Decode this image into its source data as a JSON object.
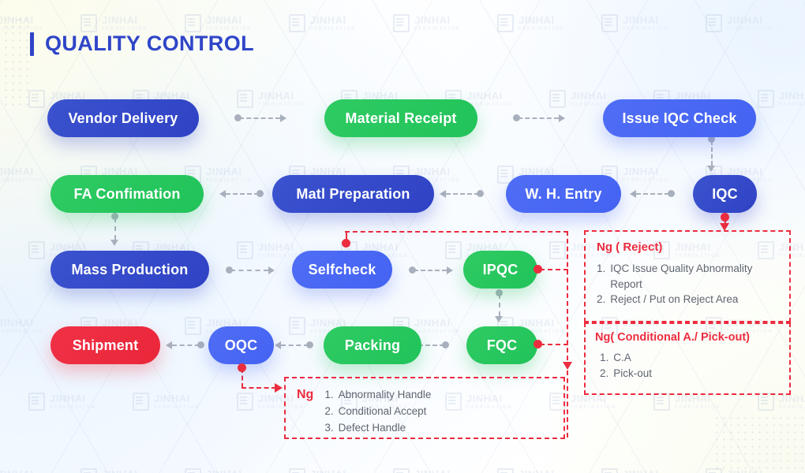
{
  "header": {
    "title": "QUALITY CONTROL",
    "accent_color": "#2f45c8"
  },
  "watermark": {
    "brand": "JINHAI",
    "subtitle": "FABRIKATION",
    "icon": "document-lines-icon"
  },
  "colors": {
    "blue_dark": "#2f42c4",
    "blue_light": "#4463f2",
    "green": "#21c35a",
    "red": "#ea2639",
    "connector_gray": "#a9b0bd",
    "connector_red": "#ec2c3f"
  },
  "nodes": [
    {
      "id": "vendor-delivery",
      "label": "Vendor Delivery",
      "color": "blue-dark"
    },
    {
      "id": "material-receipt",
      "label": "Material Receipt",
      "color": "green"
    },
    {
      "id": "issue-iqc-check",
      "label": "Issue IQC Check",
      "color": "blue-light"
    },
    {
      "id": "fa-confimation",
      "label": "FA Confimation",
      "color": "green"
    },
    {
      "id": "matl-preparation",
      "label": "Matl Preparation",
      "color": "blue-dark"
    },
    {
      "id": "wh-entry",
      "label": "W. H. Entry",
      "color": "blue-light"
    },
    {
      "id": "iqc",
      "label": "IQC",
      "color": "blue-dark"
    },
    {
      "id": "mass-production",
      "label": "Mass Production",
      "color": "blue-dark"
    },
    {
      "id": "selfcheck",
      "label": "Selfcheck",
      "color": "blue-light"
    },
    {
      "id": "ipqc",
      "label": "IPQC",
      "color": "green"
    },
    {
      "id": "shipment",
      "label": "Shipment",
      "color": "red"
    },
    {
      "id": "oqc",
      "label": "OQC",
      "color": "blue-light"
    },
    {
      "id": "packing",
      "label": "Packing",
      "color": "green"
    },
    {
      "id": "fqc",
      "label": "FQC",
      "color": "green"
    }
  ],
  "notes": {
    "reject": {
      "title": "Ng ( Reject)",
      "items": [
        {
          "num": "1.",
          "text": "IQC Issue Quality Abnormality Report"
        },
        {
          "num": "2.",
          "text": "Reject / Put on Reject Area"
        }
      ]
    },
    "conditional": {
      "title": "Ng( Conditional A./ Pick-out)",
      "items": [
        {
          "num": "1.",
          "text": "C.A"
        },
        {
          "num": "2.",
          "text": "Pick-out"
        }
      ]
    },
    "ng_bottom": {
      "title": "Ng",
      "items": [
        {
          "num": "1.",
          "text": "Abnormality Handle"
        },
        {
          "num": "2.",
          "text": "Conditional Accept"
        },
        {
          "num": "3.",
          "text": "Defect Handle"
        }
      ]
    }
  }
}
